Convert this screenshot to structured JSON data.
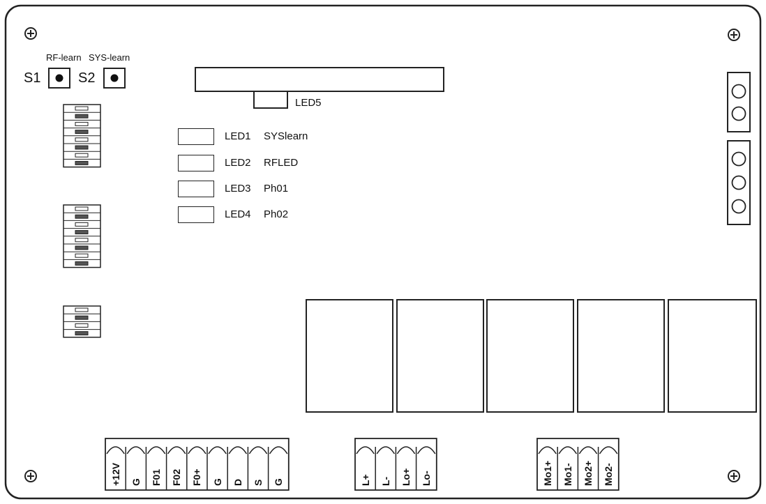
{
  "buttons": {
    "s1": {
      "id": "S1",
      "function": "RF-learn"
    },
    "s2": {
      "id": "S2",
      "function": "SYS-learn"
    }
  },
  "display": {
    "led5": "LED5"
  },
  "leds": [
    {
      "id": "LED1",
      "name": "SYSlearn"
    },
    {
      "id": "LED2",
      "name": "RFLED"
    },
    {
      "id": "LED3",
      "name": "Ph01"
    },
    {
      "id": "LED4",
      "name": "Ph02"
    }
  ],
  "dip_switches": [
    {
      "positions": 8
    },
    {
      "positions": 8
    },
    {
      "positions": 4
    }
  ],
  "terminals": {
    "power": [
      "+12V",
      "G",
      "F01",
      "F02",
      "F0+",
      "G",
      "D",
      "S",
      "G"
    ],
    "light": [
      "L+",
      "L-",
      "Lo+",
      "Lo-"
    ],
    "motor": [
      "Mo1+",
      "Mo1-",
      "Mo2+",
      "Mo2-"
    ]
  },
  "relays": {
    "count": 5
  },
  "connectors": [
    {
      "pins": 2
    },
    {
      "pins": 3
    }
  ],
  "colors": {
    "line": "#222222",
    "background": "#ffffff"
  }
}
